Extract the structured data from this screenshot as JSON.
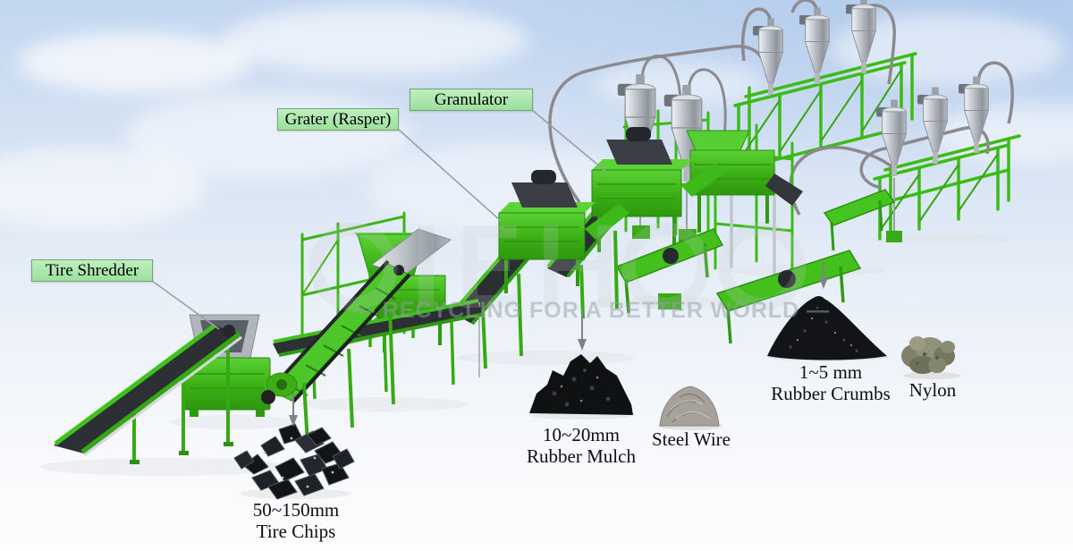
{
  "labels": {
    "tire_shredder": "Tire Shredder",
    "grater": "Grater (Rasper)",
    "granulator": "Granulator"
  },
  "products": {
    "tire_chips": {
      "size": "50~150mm",
      "name": "Tire Chips"
    },
    "rubber_mulch": {
      "size": "10~20mm",
      "name": "Rubber Mulch"
    },
    "steel_wire": {
      "name": "Steel Wire"
    },
    "rubber_crumbs": {
      "size": "1~5 mm",
      "name": "Rubber Crumbs"
    },
    "nylon": {
      "name": "Nylon"
    }
  },
  "watermark": {
    "slogan": "— RECYCLING FOR A BETTER WORLD —"
  },
  "colors": {
    "machine_green": "#3fbe18",
    "machine_green_dark": "#2b910f",
    "machine_green_light": "#5cd336",
    "belt_dark": "#2b2e33",
    "steel": "#c3c8cd",
    "pipe_gray": "#8d898f",
    "label_bg": "#aeeaae",
    "label_border": "#7aa07a",
    "sky_top": "#c2d6f0",
    "arrow_gray": "#7e8388"
  }
}
